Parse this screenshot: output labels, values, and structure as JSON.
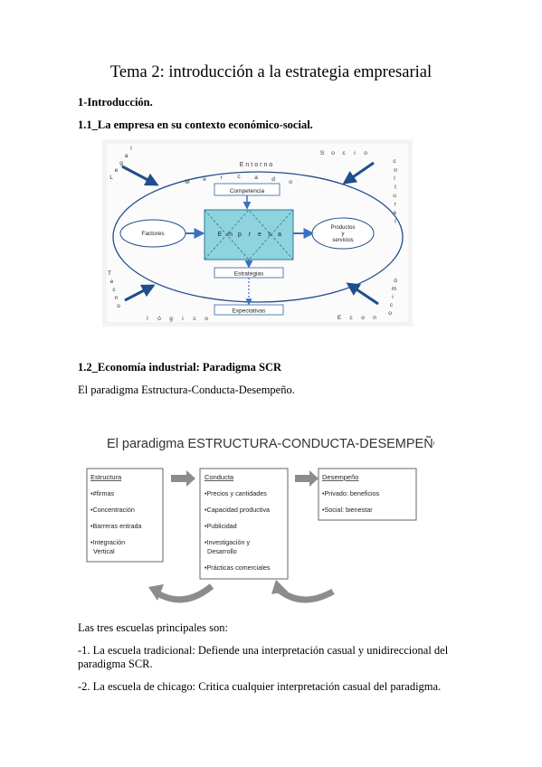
{
  "title": "Tema 2: introducción a la estrategia empresarial",
  "section_intro": "1-Introducción.",
  "section_1_1": "1.1_La empresa en su contexto económico-social.",
  "fig1": {
    "entorno": "Entorno",
    "legal_letters": [
      "L",
      "e",
      "g",
      "a",
      "l"
    ],
    "socio_letters": [
      "S",
      "o",
      "c",
      "i",
      "o"
    ],
    "cultural_letters": [
      "c",
      "u",
      "l",
      "t",
      "u",
      "r",
      "a",
      "l"
    ],
    "tecno_letters": [
      "T",
      "e",
      "c",
      "n",
      "o"
    ],
    "logico_letters": [
      "l",
      "ó",
      "g",
      "i",
      "c",
      "o"
    ],
    "econo_letters": [
      "E",
      "c",
      "o",
      "n"
    ],
    "omico_letters": [
      "ó",
      "m",
      "i",
      "c",
      "o"
    ],
    "mercado_letters": [
      "M",
      "e",
      "r",
      "c",
      "a",
      "d",
      "o"
    ],
    "competencia": "Competencia",
    "empresa_letters": [
      "E",
      "m",
      "p",
      "r",
      "e",
      "s",
      "a"
    ],
    "factores": "Factores",
    "productos_line1": "Productos",
    "productos_line2": "y",
    "productos_line3": "servicios",
    "estrategias": "Estrategias",
    "expectativas": "Expectativas"
  },
  "section_1_2": "1.2_Economía industrial: Paradigma SCR",
  "para_paradigm": "El paradigma Estructura-Conducta-Desempeño.",
  "fig2": {
    "title": "El paradigma ESTRUCTURA-CONDUCTA-DESEMPEÑO",
    "estructura": {
      "heading": "Estructura",
      "items": [
        "•#firmas",
        "•Concentración",
        "•Barreras entrada",
        "•Integración",
        "Vertical"
      ]
    },
    "conducta": {
      "heading": "Conducta",
      "items": [
        "•Precios y cantidades",
        "•Capacidad productiva",
        "•Publicidad",
        "•Investigación y",
        "Desarrollo",
        "•Prácticas comerciales"
      ]
    },
    "desempeno": {
      "heading": "Desempeño",
      "items": [
        "•Privado: beneficios",
        "•Social: bienestar"
      ]
    }
  },
  "escuelas_intro": "Las tres escuelas principales son:",
  "escuela_1_line1": "-1. La escuela tradicional: Defiende una interpretación casual y unidireccional del",
  "escuela_1_line2": "paradigma SCR.",
  "escuela_2": "-2. La escuela de chicago: Critica cualquier interpretación casual del paradigma.",
  "colors": {
    "arrow_blue": "#1f4e8c",
    "empresa_fill": "#8fd3df",
    "box_border": "#5b7fb5",
    "grey_arrow": "#8c8c8c"
  }
}
